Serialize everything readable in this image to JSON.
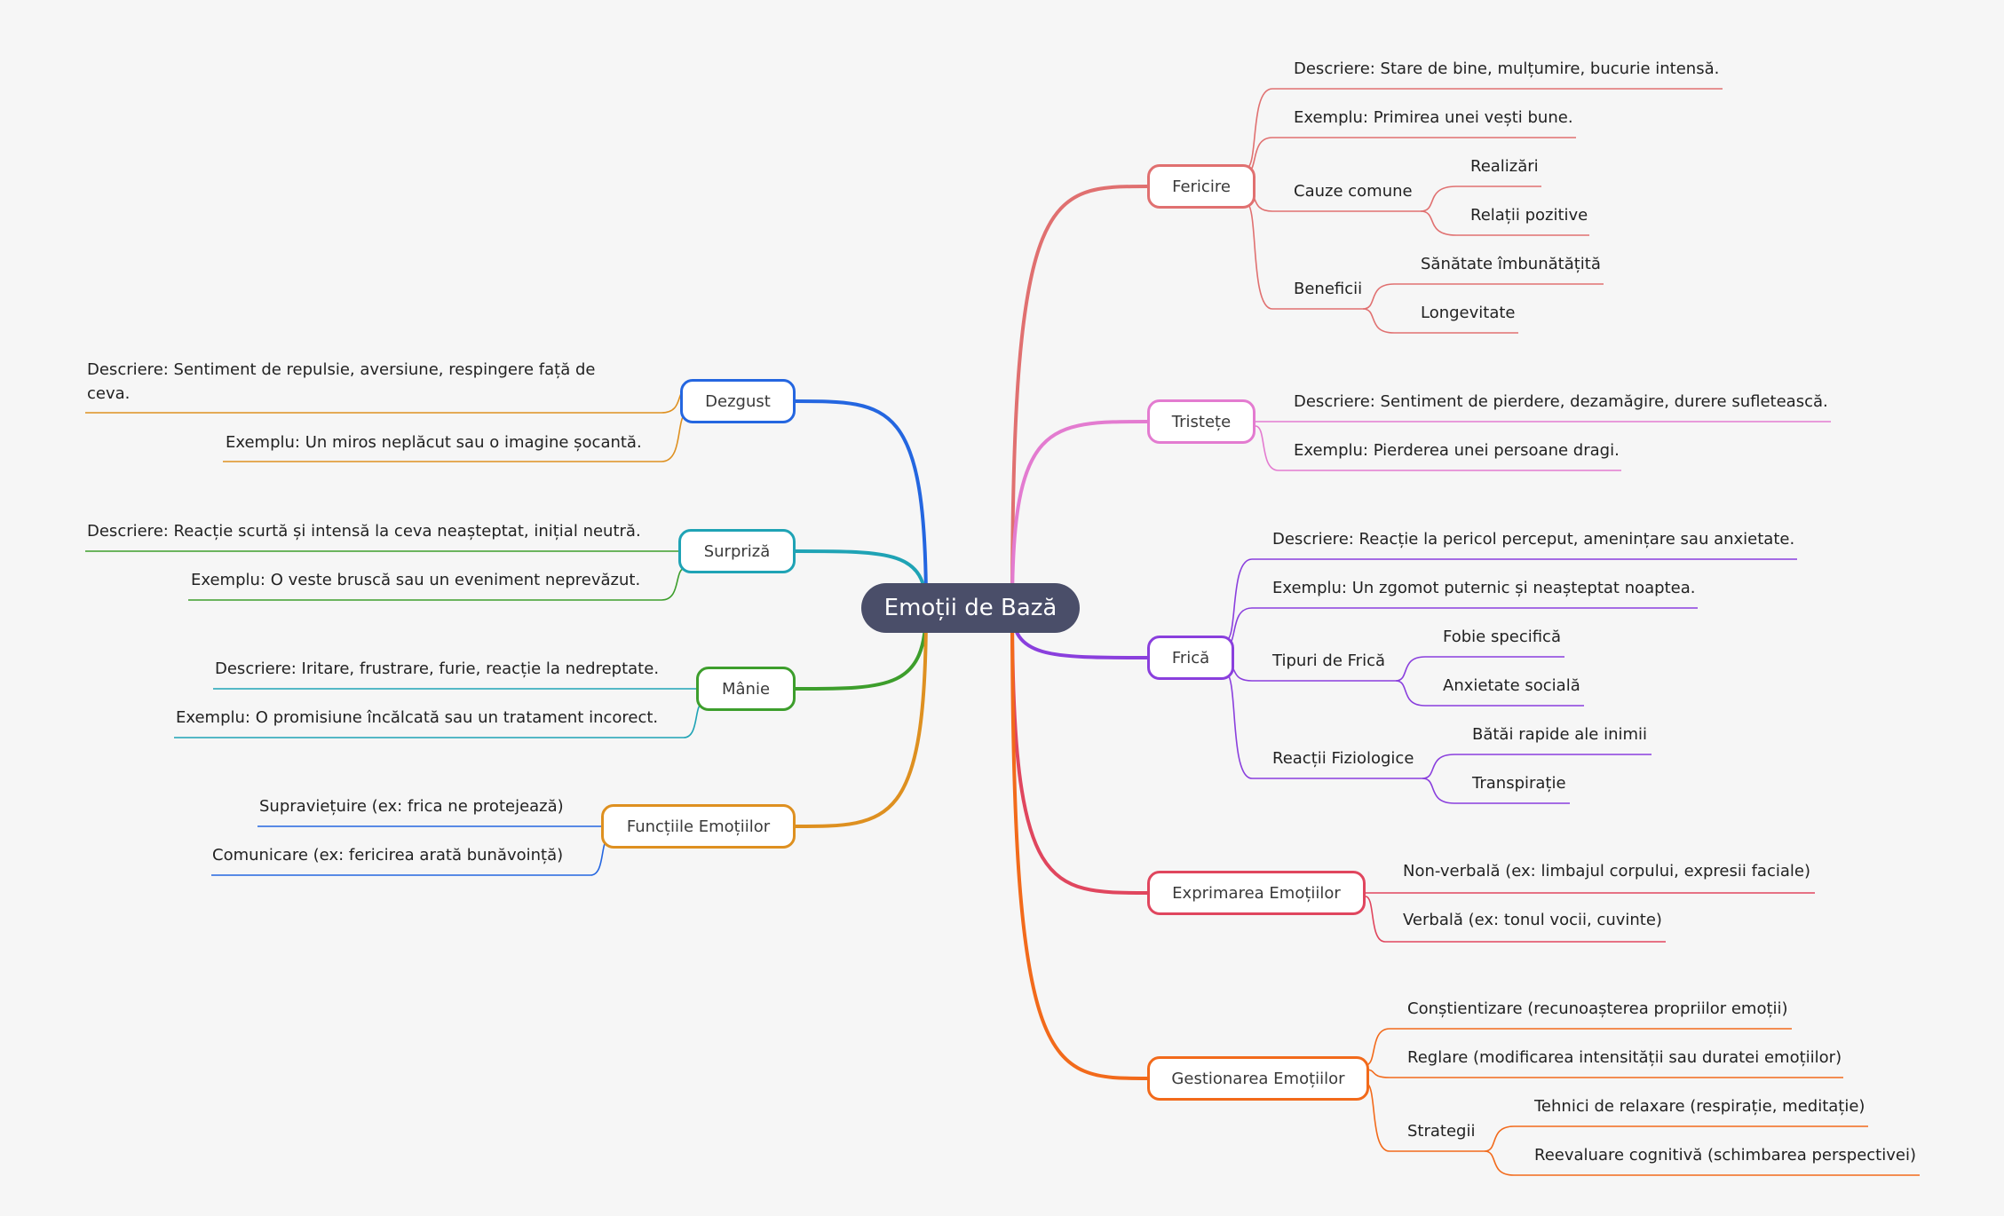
{
  "root": {
    "label": "Emoții de Bază"
  },
  "colors": {
    "fericire": "#e07070",
    "tristete": "#e37bd0",
    "frica": "#8a3fdd",
    "exprimare": "#e0465e",
    "gestionare": "#f26a1b",
    "dezgust": "#2466e0",
    "surpriza": "#1fa3b5",
    "manie": "#3d9e2c",
    "functiile": "#de9020",
    "descDezgust": "#de9020",
    "descSurpriza": "#3d9e2c",
    "descManie": "#1fa3b5",
    "descFunctiile": "#2466e0"
  },
  "right": {
    "fericire": {
      "label": "Fericire",
      "descriere": "Descriere: Stare de bine, mulțumire, bucurie intensă.",
      "exemplu": "Exemplu: Primirea unei vești bune.",
      "cauze": {
        "label": "Cauze comune",
        "items": [
          "Realizări",
          "Relații pozitive"
        ]
      },
      "beneficii": {
        "label": "Beneficii",
        "items": [
          "Sănătate îmbunătățită",
          "Longevitate"
        ]
      }
    },
    "tristete": {
      "label": "Tristețe",
      "descriere": "Descriere: Sentiment de pierdere, dezamăgire, durere sufletească.",
      "exemplu": "Exemplu: Pierderea unei persoane dragi."
    },
    "frica": {
      "label": "Frică",
      "descriere": "Descriere: Reacție la pericol perceput, amenințare sau anxietate.",
      "exemplu": "Exemplu: Un zgomot puternic și neașteptat noaptea.",
      "tipuri": {
        "label": "Tipuri de Frică",
        "items": [
          "Fobie specifică",
          "Anxietate socială"
        ]
      },
      "reactii": {
        "label": "Reacții Fiziologice",
        "items": [
          "Bătăi rapide ale inimii",
          "Transpirație"
        ]
      }
    },
    "exprimare": {
      "label": "Exprimarea Emoțiilor",
      "items": [
        "Non-verbală (ex: limbajul corpului, expresii faciale)",
        "Verbală (ex: tonul vocii, cuvinte)"
      ]
    },
    "gestionare": {
      "label": "Gestionarea Emoțiilor",
      "items": [
        "Conștientizare (recunoașterea propriilor emoții)",
        "Reglare (modificarea intensității sau duratei emoțiilor)"
      ],
      "strategii": {
        "label": "Strategii",
        "items": [
          "Tehnici de relaxare (respirație, meditație)",
          "Reevaluare cognitivă (schimbarea perspectivei)"
        ]
      }
    }
  },
  "left": {
    "dezgust": {
      "label": "Dezgust",
      "descriere": "Descriere: Sentiment de repulsie, aversiune, respingere față de ceva.",
      "exemplu": "Exemplu: Un miros neplăcut sau o imagine șocantă."
    },
    "surpriza": {
      "label": "Surpriză",
      "descriere": "Descriere: Reacție scurtă și intensă la ceva neașteptat, inițial neutră.",
      "exemplu": "Exemplu: O veste bruscă sau un eveniment neprevăzut."
    },
    "manie": {
      "label": "Mânie",
      "descriere": "Descriere: Iritare, frustrare, furie, reacție la nedreptate.",
      "exemplu": "Exemplu: O promisiune încălcată sau un tratament incorect."
    },
    "functiile": {
      "label": "Funcțiile Emoțiilor",
      "items": [
        "Supraviețuire (ex: frica ne protejează)",
        "Comunicare (ex: fericirea arată bunăvoință)"
      ]
    }
  }
}
